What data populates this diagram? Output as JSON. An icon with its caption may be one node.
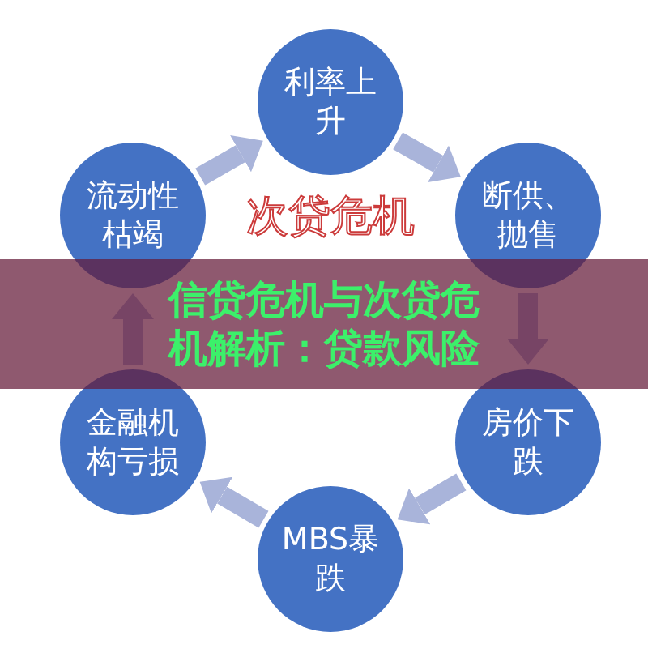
{
  "diagram": {
    "title": "信贷危机与次贷危机解析：贷款风险",
    "nodes": [
      {
        "text": [
          "利率上升"
        ]
      },
      {
        "text": [
          "流动性枯竭"
        ]
      },
      {
        "text": [
          "断供、抛售"
        ]
      },
      {
        "text": [
          "金融机构亏损"
        ]
      },
      {
        "text": [
          "房价下跌"
        ]
      },
      {
        "text": [
          "MBS暴跌"
        ]
      }
    ],
    "edges": [
      {
        "from": 1,
        "to": 0,
        "arrow": "to"
      },
      {
        "from": 0,
        "to": 2,
        "arrow": "to"
      },
      {
        "from": 2,
        "to": 4,
        "arrow": "to"
      },
      {
        "from": 4,
        "to": 5,
        "arrow": "to"
      },
      {
        "from": 5,
        "to": 3,
        "arrow": "to"
      },
      {
        "from": 3,
        "to": 1,
        "arrow": "to"
      }
    ],
    "labels": [
      "次贷危机"
    ]
  }
}
